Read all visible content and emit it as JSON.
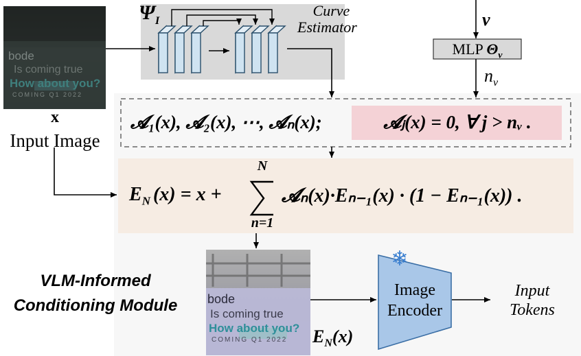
{
  "input_image": {
    "var_label": "x",
    "caption": "Input Image",
    "sign_text": [
      "bode",
      "Is coming true",
      "How about you?",
      "COMING  Q1  2022"
    ]
  },
  "curve_estimator": {
    "symbol": "Ψ",
    "subscript": "I",
    "label_line1": "Curve",
    "label_line2": "Estimator"
  },
  "mlp": {
    "input_var": "v",
    "label": "MLP",
    "theta": "Θ",
    "theta_sub": "v",
    "output_var": "n",
    "output_sub": "v"
  },
  "curve_maps": {
    "sequence": "𝓐₁(x), 𝓐₂(x), ⋯, 𝓐ₙ(x);",
    "condition": "𝓐ⱼ(x) = 0,  ∀ j > nᵥ ."
  },
  "equation": {
    "lhs": "E",
    "lhs_sub": "N",
    "lhs_arg": "(x) = x +",
    "sum_upper": "N",
    "sum_lower": "n=1",
    "rhs": "𝓐ₙ(x)·Eₙ₋₁(x) · (1 − Eₙ₋₁(x)) ."
  },
  "module_label": {
    "line1": "VLM-Informed",
    "line2": "Conditioning Module"
  },
  "output_image": {
    "var_label": "E",
    "var_sub": "N",
    "var_arg": "(x)",
    "sign_text": [
      "bode",
      "Is coming true",
      "How about you?",
      "COMING  Q1  2022"
    ]
  },
  "encoder": {
    "label_line1": "Image",
    "label_line2": "Encoder",
    "frozen_icon": "snowflake-icon"
  },
  "tokens": {
    "label_line1": "Input",
    "label_line2": "Tokens"
  },
  "colors": {
    "panel_gray": "#d9d9d9",
    "condition_pink": "#f4d2d6",
    "equation_beige": "#f6ece3",
    "encoder_blue": "#a9c7e8",
    "block_blue": "#cfe3f1",
    "dark_image": "#2e3a38"
  }
}
